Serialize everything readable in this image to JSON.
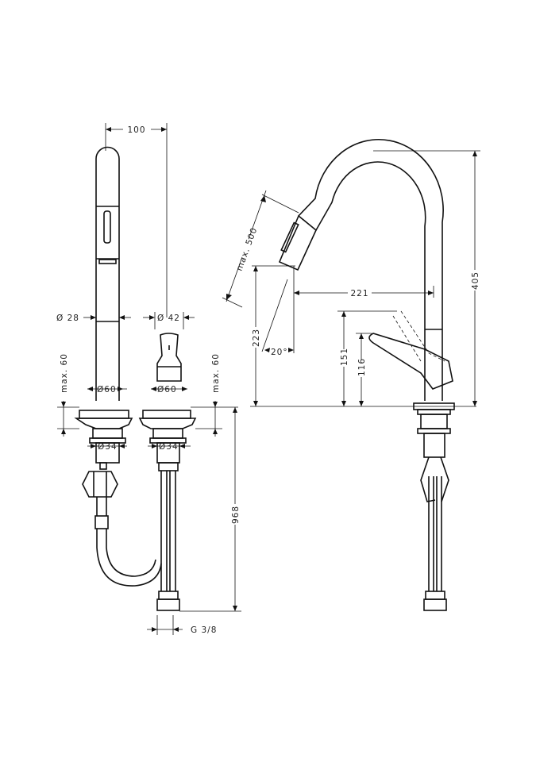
{
  "drawing": {
    "dimensions": {
      "width_100": "100",
      "dia_28": "Ø 28",
      "dia_42": "Ø 42",
      "max60_left": "max. 60",
      "max60_right": "max. 60",
      "dia60_left": "Ø60",
      "dia60_right": "Ø60",
      "dia34_left": "Ø34",
      "dia34_right": "Ø34",
      "height_968": "968",
      "thread": "G 3/8",
      "max500": "max. 500",
      "h223": "223",
      "angle20": "20°",
      "reach221": "221",
      "h151": "151",
      "h116": "116",
      "h405": "405"
    }
  }
}
